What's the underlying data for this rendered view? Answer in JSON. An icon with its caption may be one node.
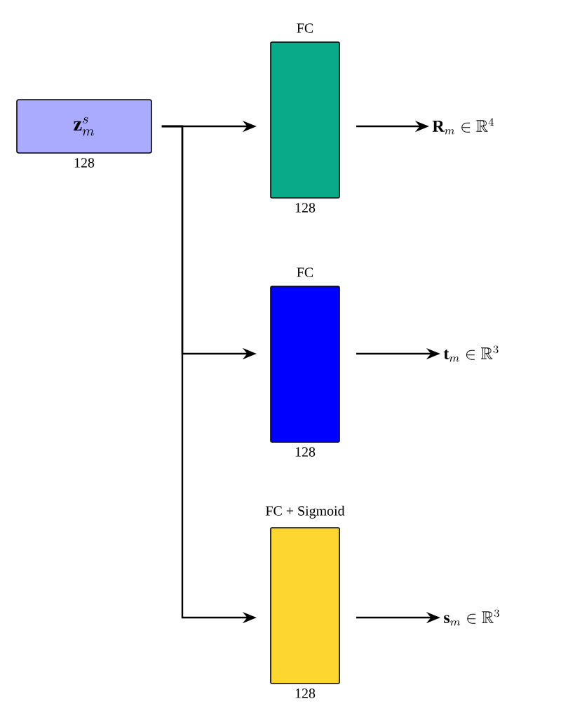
{
  "diagram": {
    "nodes": [
      {
        "text": [
          "\\mathbf{z}_m^s"
        ],
        "beside": [
          "128"
        ]
      },
      {
        "text": [
          "FC"
        ],
        "beside": [
          "128"
        ]
      },
      {
        "text": [
          "FC"
        ],
        "beside": [
          "128"
        ]
      },
      {
        "text": [
          "FC + Sigmoid"
        ],
        "beside": [
          "128"
        ]
      },
      {
        "text": [
          "\\mathbf{R}_m \\in \\mathbb{R}^4"
        ]
      },
      {
        "text": [
          "\\mathbf{t}_m \\in \\mathbb{R}^3"
        ]
      },
      {
        "text": [
          "\\mathbf{s}_m \\in \\mathbb{R}^3"
        ]
      }
    ],
    "edges": [
      {
        "from": 0,
        "to": 1,
        "arrow": "to"
      },
      {
        "from": 0,
        "to": 2,
        "arrow": "to"
      },
      {
        "from": 0,
        "to": 3,
        "arrow": "to"
      },
      {
        "from": 1,
        "to": 4,
        "arrow": "to"
      },
      {
        "from": 2,
        "to": 5,
        "arrow": "to"
      },
      {
        "from": 3,
        "to": 6,
        "arrow": "to"
      }
    ]
  }
}
